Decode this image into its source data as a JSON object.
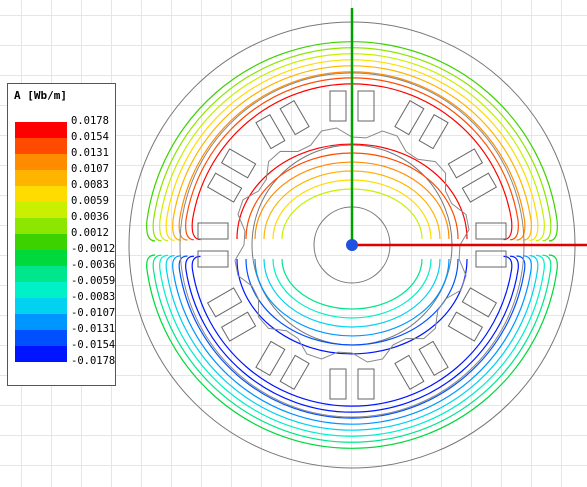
{
  "legend": {
    "title": "A [Wb/m]",
    "bands": [
      {
        "color": "#ff0000",
        "value": "0.0178"
      },
      {
        "color": "#ff4a00",
        "value": "0.0154"
      },
      {
        "color": "#ff8c00",
        "value": "0.0131"
      },
      {
        "color": "#ffb400",
        "value": "0.0107"
      },
      {
        "color": "#ffdc00",
        "value": "0.0083"
      },
      {
        "color": "#c8f000",
        "value": "0.0059"
      },
      {
        "color": "#8ce600",
        "value": "0.0036"
      },
      {
        "color": "#3cd200",
        "value": "0.0012"
      },
      {
        "color": "#00d83c",
        "value": "-0.0012"
      },
      {
        "color": "#00e68c",
        "value": "-0.0036"
      },
      {
        "color": "#00f0c8",
        "value": "-0.0059"
      },
      {
        "color": "#00d2f0",
        "value": "-0.0083"
      },
      {
        "color": "#0096ff",
        "value": "-0.0107"
      },
      {
        "color": "#0050ff",
        "value": "-0.0131"
      },
      {
        "color": "#0014ff",
        "value": "-0.0154"
      }
    ],
    "last_value": "-0.0178"
  },
  "axes": {
    "x_color": "#e00000",
    "y_color": "#00a000",
    "origin_color": "#2050e0"
  },
  "geometry_color": "#777777"
}
